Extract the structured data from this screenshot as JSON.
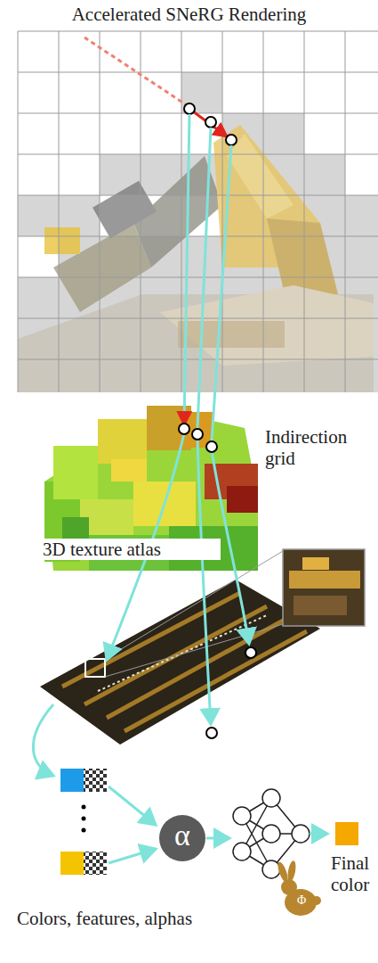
{
  "diagram": {
    "title": "Accelerated SNeRG Rendering",
    "nodes": [
      {
        "text": [
          "α"
        ]
      }
    ],
    "edges": [],
    "labels": [
      "Indirection grid",
      "3D texture atlas",
      "Final color",
      "Φ",
      "Colors, features, alphas"
    ]
  }
}
